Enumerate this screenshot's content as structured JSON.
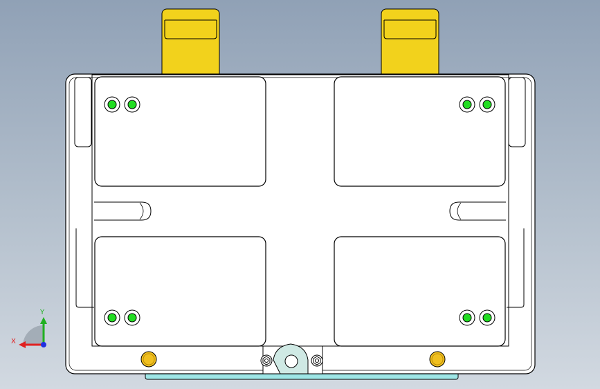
{
  "app": {
    "view": "cad-model-viewport"
  },
  "colors": {
    "background_top": "#90a1b6",
    "background_bottom": "#d2d9e1",
    "plate": "#ffffff",
    "outline": "#000000",
    "tab_yellow": "#f2d21c",
    "hole_green": "#22dd22",
    "bushing_orange": "#f0c020",
    "strip_cyan": "#9ee6e6",
    "bracket_teal": "#cfe9e4",
    "axis_x": "#e02020",
    "axis_y": "#20b020",
    "axis_z": "#2030e0"
  },
  "icons": {
    "triad": "coordinate-triad-icon",
    "hole": "green-hole-icon",
    "bushing": "bushing-icon",
    "screw": "screw-head-icon"
  },
  "triad": {
    "x_label": "X",
    "y_label": "Y"
  }
}
